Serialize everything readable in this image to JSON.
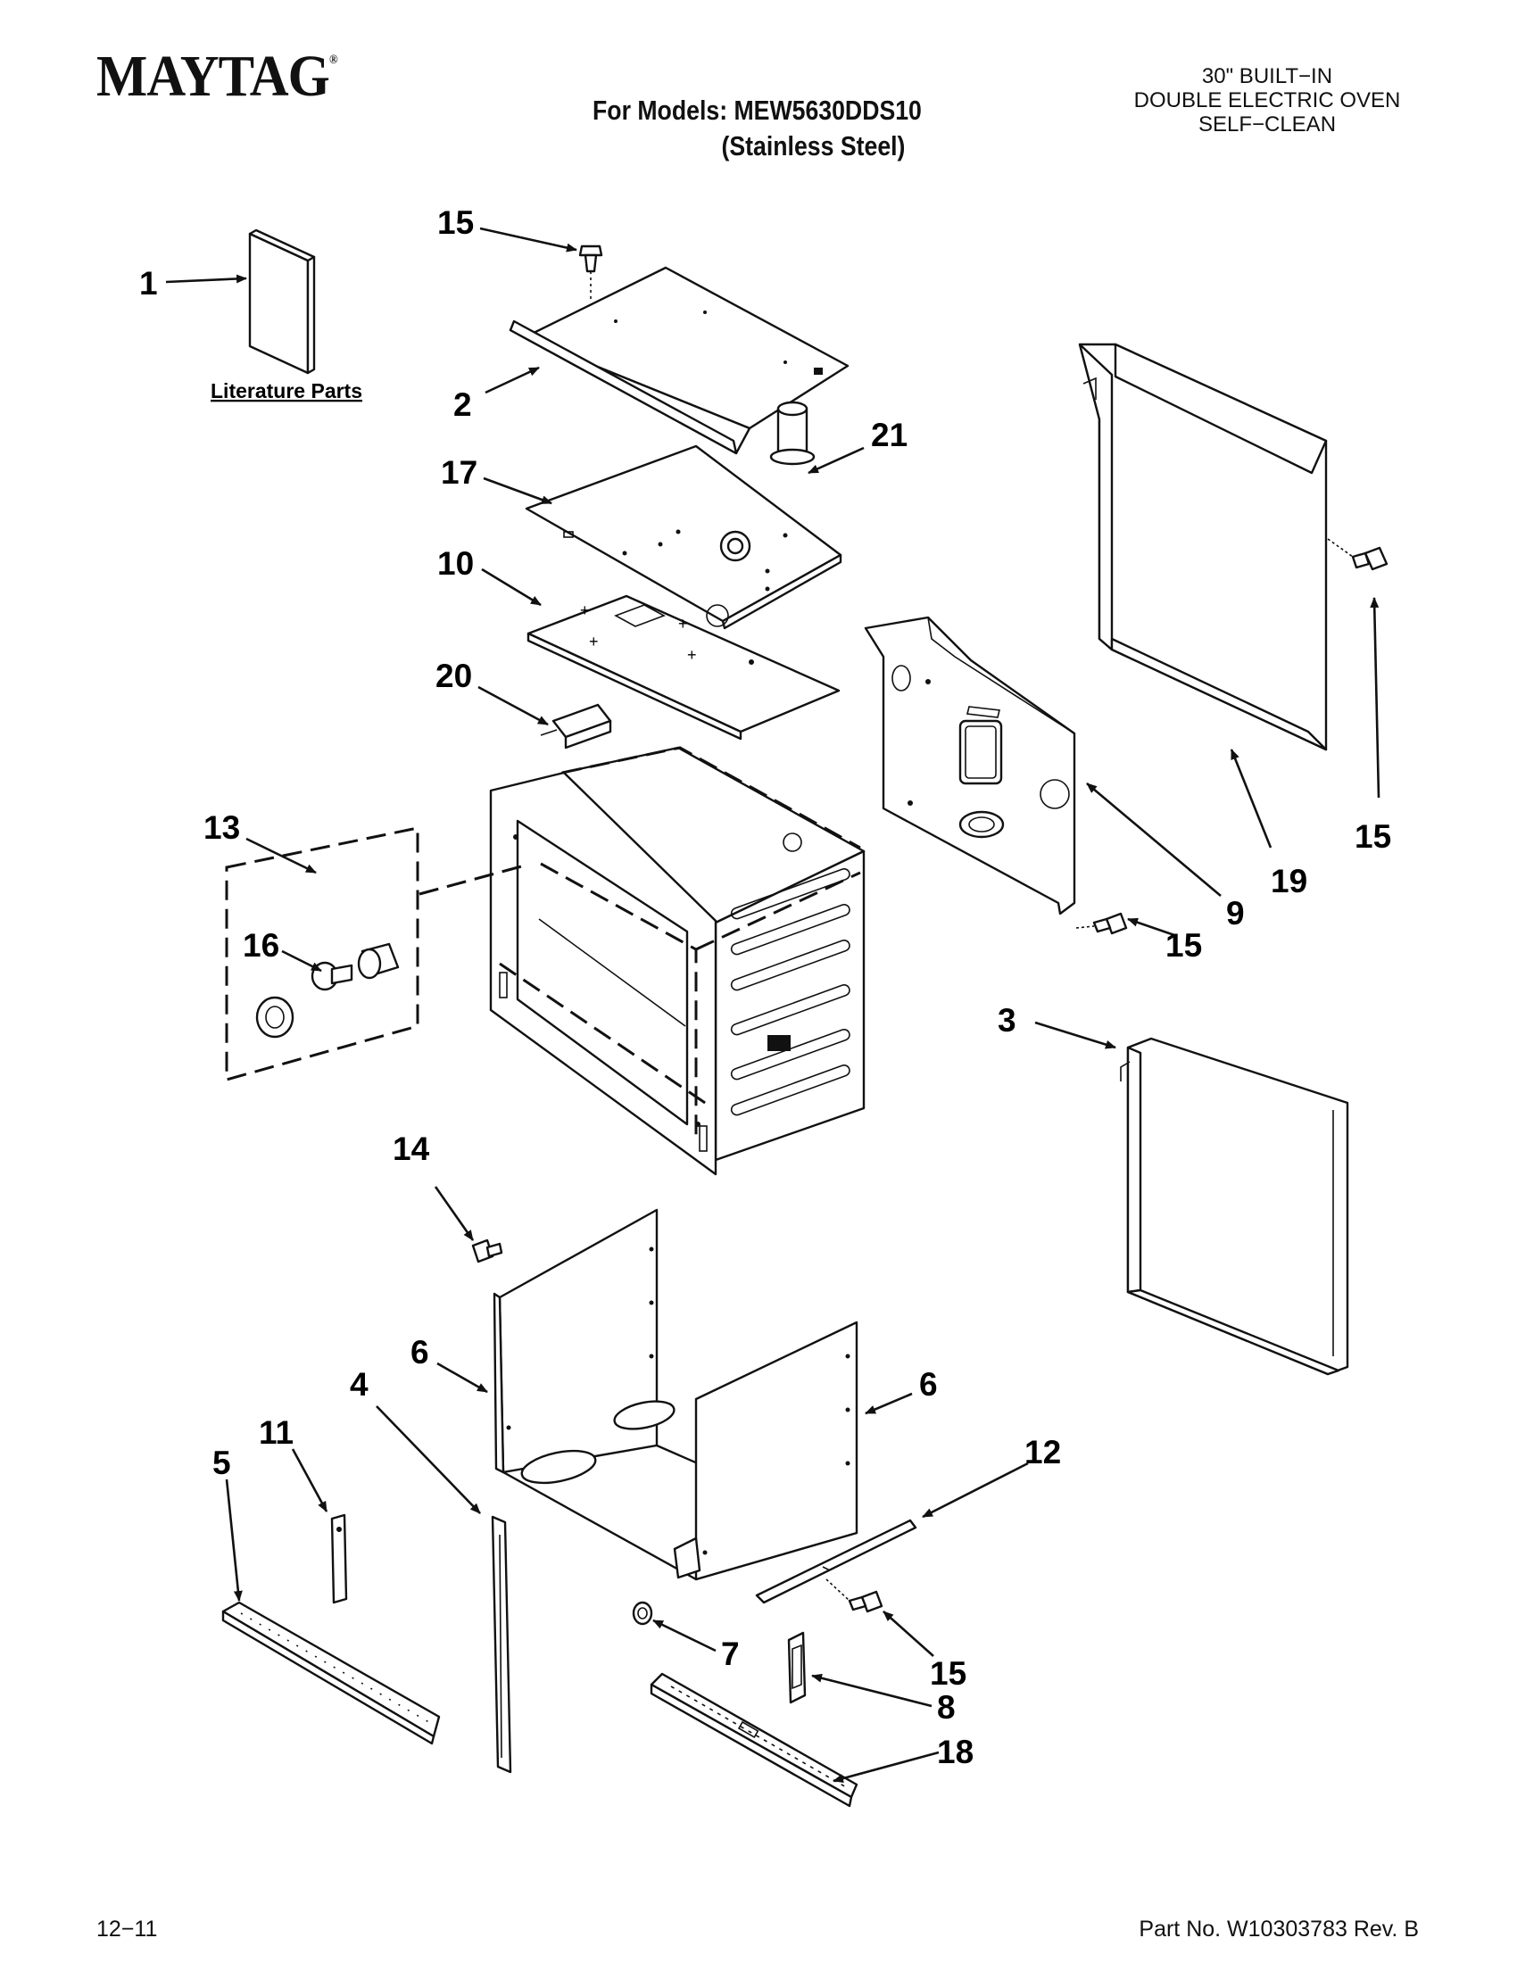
{
  "header": {
    "brand": "MAYTAG",
    "registered_mark": "®",
    "models_line1": "For Models: MEW5630DDS10",
    "models_line2": "(Stainless Steel)",
    "description": [
      "30\" BUILT−IN",
      "DOUBLE ELECTRIC OVEN",
      "SELF−CLEAN"
    ]
  },
  "literature_label": "Literature Parts",
  "callouts": {
    "c1": "1",
    "c2": "2",
    "c3": "3",
    "c4": "4",
    "c5": "5",
    "c6a": "6",
    "c6b": "6",
    "c7": "7",
    "c8": "8",
    "c9": "9",
    "c10": "10",
    "c11": "11",
    "c12": "12",
    "c13": "13",
    "c14": "14",
    "c15a": "15",
    "c15b": "15",
    "c15c": "15",
    "c15d": "15",
    "c16": "16",
    "c17": "17",
    "c18": "18",
    "c19": "19",
    "c20": "20",
    "c21": "21"
  },
  "footer": {
    "date": "12−11",
    "part_no": "Part No. W10303783 Rev. B"
  }
}
